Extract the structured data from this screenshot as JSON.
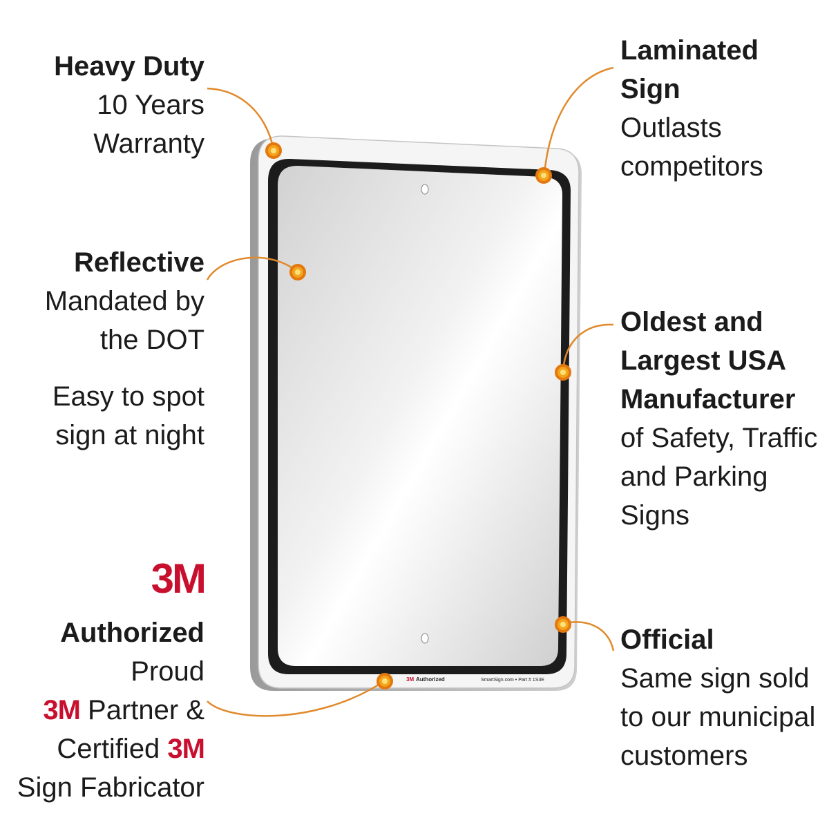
{
  "callouts": {
    "heavy_duty": {
      "title": "Heavy Duty",
      "line1": "10 Years",
      "line2": "Warranty"
    },
    "laminated": {
      "title1": "Laminated",
      "title2": "Sign",
      "line1": "Outlasts",
      "line2": "competitors"
    },
    "reflective": {
      "title": "Reflective",
      "line1": "Mandated by",
      "line2": "the DOT",
      "line3": "Easy to spot",
      "line4": "sign at night"
    },
    "oldest": {
      "title1": "Oldest and",
      "title2": "Largest USA",
      "title3": "Manufacturer",
      "line1": "of Safety, Traffic",
      "line2": "and Parking",
      "line3": "Signs"
    },
    "authorized": {
      "logo": "3M",
      "title": "Authorized",
      "line1": "Proud",
      "partner_logo": "3M",
      "partner_text": " Partner &",
      "certified_text": "Certified ",
      "certified_logo": "3M",
      "line3": "Sign Fabricator"
    },
    "official": {
      "title": "Official",
      "line1": "Same sign sold",
      "line2": "to our municipal",
      "line3": "customers"
    }
  },
  "sign": {
    "footer_logo": "3M",
    "footer_authorized": "Authorized",
    "footer_part": "SmartSign.com • Part # 1S3E"
  },
  "colors": {
    "brand_red": "#c8102e",
    "dot_orange": "#f4a41d",
    "border_black": "#1c1c1c"
  }
}
